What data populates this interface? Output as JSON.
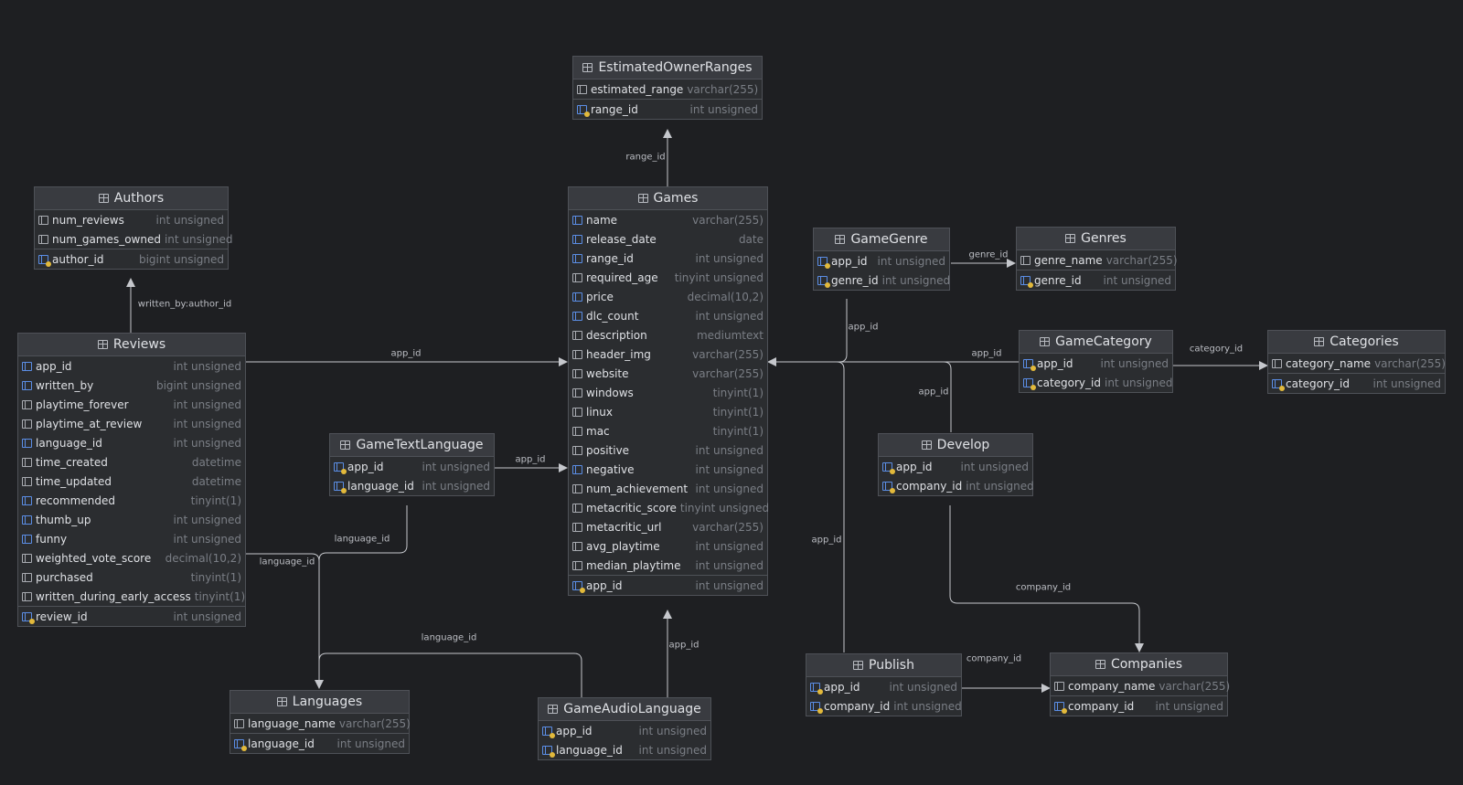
{
  "tables": [
    {
      "id": "EstimatedOwnerRanges",
      "title": "EstimatedOwnerRanges",
      "columns": [
        {
          "name": "estimated_range",
          "type": "varchar(255)",
          "kind": "col"
        },
        {
          "name": "range_id",
          "type": "int unsigned",
          "kind": "pk"
        }
      ]
    },
    {
      "id": "Authors",
      "title": "Authors",
      "columns": [
        {
          "name": "num_reviews",
          "type": "int unsigned",
          "kind": "col"
        },
        {
          "name": "num_games_owned",
          "type": "int unsigned",
          "kind": "col"
        },
        {
          "name": "author_id",
          "type": "bigint unsigned",
          "kind": "pk"
        }
      ]
    },
    {
      "id": "Games",
      "title": "Games",
      "columns": [
        {
          "name": "name",
          "type": "varchar(255)",
          "kind": "fk"
        },
        {
          "name": "release_date",
          "type": "date",
          "kind": "fk"
        },
        {
          "name": "range_id",
          "type": "int unsigned",
          "kind": "fk"
        },
        {
          "name": "required_age",
          "type": "tinyint unsigned",
          "kind": "col"
        },
        {
          "name": "price",
          "type": "decimal(10,2)",
          "kind": "fk"
        },
        {
          "name": "dlc_count",
          "type": "int unsigned",
          "kind": "fk"
        },
        {
          "name": "description",
          "type": "mediumtext",
          "kind": "col"
        },
        {
          "name": "header_img",
          "type": "varchar(255)",
          "kind": "col"
        },
        {
          "name": "website",
          "type": "varchar(255)",
          "kind": "col"
        },
        {
          "name": "windows",
          "type": "tinyint(1)",
          "kind": "col"
        },
        {
          "name": "linux",
          "type": "tinyint(1)",
          "kind": "col"
        },
        {
          "name": "mac",
          "type": "tinyint(1)",
          "kind": "col"
        },
        {
          "name": "positive",
          "type": "int unsigned",
          "kind": "col"
        },
        {
          "name": "negative",
          "type": "int unsigned",
          "kind": "fk"
        },
        {
          "name": "num_achievement",
          "type": "int unsigned",
          "kind": "col"
        },
        {
          "name": "metacritic_score",
          "type": "tinyint unsigned",
          "kind": "col"
        },
        {
          "name": "metacritic_url",
          "type": "varchar(255)",
          "kind": "col"
        },
        {
          "name": "avg_playtime",
          "type": "int unsigned",
          "kind": "col"
        },
        {
          "name": "median_playtime",
          "type": "int unsigned",
          "kind": "col"
        },
        {
          "name": "app_id",
          "type": "int unsigned",
          "kind": "pk"
        }
      ]
    },
    {
      "id": "GameGenre",
      "title": "GameGenre",
      "columns": [
        {
          "name": "app_id",
          "type": "int unsigned",
          "kind": "pk"
        },
        {
          "name": "genre_id",
          "type": "int unsigned",
          "kind": "pk"
        }
      ]
    },
    {
      "id": "Genres",
      "title": "Genres",
      "columns": [
        {
          "name": "genre_name",
          "type": "varchar(255)",
          "kind": "col"
        },
        {
          "name": "genre_id",
          "type": "int unsigned",
          "kind": "pk"
        }
      ]
    },
    {
      "id": "Reviews",
      "title": "Reviews",
      "columns": [
        {
          "name": "app_id",
          "type": "int unsigned",
          "kind": "fk"
        },
        {
          "name": "written_by",
          "type": "bigint unsigned",
          "kind": "fk"
        },
        {
          "name": "playtime_forever",
          "type": "int unsigned",
          "kind": "col"
        },
        {
          "name": "playtime_at_review",
          "type": "int unsigned",
          "kind": "col"
        },
        {
          "name": "language_id",
          "type": "int unsigned",
          "kind": "fk"
        },
        {
          "name": "time_created",
          "type": "datetime",
          "kind": "col"
        },
        {
          "name": "time_updated",
          "type": "datetime",
          "kind": "col"
        },
        {
          "name": "recommended",
          "type": "tinyint(1)",
          "kind": "fk"
        },
        {
          "name": "thumb_up",
          "type": "int unsigned",
          "kind": "fk"
        },
        {
          "name": "funny",
          "type": "int unsigned",
          "kind": "fk"
        },
        {
          "name": "weighted_vote_score",
          "type": "decimal(10,2)",
          "kind": "col"
        },
        {
          "name": "purchased",
          "type": "tinyint(1)",
          "kind": "col"
        },
        {
          "name": "written_during_early_access",
          "type": "tinyint(1)",
          "kind": "col"
        },
        {
          "name": "review_id",
          "type": "int unsigned",
          "kind": "pk"
        }
      ]
    },
    {
      "id": "GameCategory",
      "title": "GameCategory",
      "columns": [
        {
          "name": "app_id",
          "type": "int unsigned",
          "kind": "pk"
        },
        {
          "name": "category_id",
          "type": "int unsigned",
          "kind": "pk"
        }
      ]
    },
    {
      "id": "Categories",
      "title": "Categories",
      "columns": [
        {
          "name": "category_name",
          "type": "varchar(255)",
          "kind": "col"
        },
        {
          "name": "category_id",
          "type": "int unsigned",
          "kind": "pk"
        }
      ]
    },
    {
      "id": "GameTextLanguage",
      "title": "GameTextLanguage",
      "columns": [
        {
          "name": "app_id",
          "type": "int unsigned",
          "kind": "pk"
        },
        {
          "name": "language_id",
          "type": "int unsigned",
          "kind": "pk"
        }
      ]
    },
    {
      "id": "Develop",
      "title": "Develop",
      "columns": [
        {
          "name": "app_id",
          "type": "int unsigned",
          "kind": "pk"
        },
        {
          "name": "company_id",
          "type": "int unsigned",
          "kind": "pk"
        }
      ]
    },
    {
      "id": "Publish",
      "title": "Publish",
      "columns": [
        {
          "name": "app_id",
          "type": "int unsigned",
          "kind": "pk"
        },
        {
          "name": "company_id",
          "type": "int unsigned",
          "kind": "pk"
        }
      ]
    },
    {
      "id": "Companies",
      "title": "Companies",
      "columns": [
        {
          "name": "company_name",
          "type": "varchar(255)",
          "kind": "col"
        },
        {
          "name": "company_id",
          "type": "int unsigned",
          "kind": "pk"
        }
      ]
    },
    {
      "id": "Languages",
      "title": "Languages",
      "columns": [
        {
          "name": "language_name",
          "type": "varchar(255)",
          "kind": "col"
        },
        {
          "name": "language_id",
          "type": "int unsigned",
          "kind": "pk"
        }
      ]
    },
    {
      "id": "GameAudioLanguage",
      "title": "GameAudioLanguage",
      "columns": [
        {
          "name": "app_id",
          "type": "int unsigned",
          "kind": "pk"
        },
        {
          "name": "language_id",
          "type": "int unsigned",
          "kind": "pk"
        }
      ]
    }
  ],
  "relations": [
    {
      "from": "Games",
      "to": "EstimatedOwnerRanges",
      "label": "range_id"
    },
    {
      "from": "Reviews",
      "to": "Authors",
      "label": "written_by:author_id"
    },
    {
      "from": "Reviews",
      "to": "Games",
      "label": "app_id"
    },
    {
      "from": "GameTextLanguage",
      "to": "Games",
      "label": "app_id"
    },
    {
      "from": "GameGenre",
      "to": "Genres",
      "label": "genre_id"
    },
    {
      "from": "GameGenre",
      "to": "Games",
      "label": "app_id"
    },
    {
      "from": "GameCategory",
      "to": "Games",
      "label": "app_id"
    },
    {
      "from": "GameCategory",
      "to": "Categories",
      "label": "category_id"
    },
    {
      "from": "Develop",
      "to": "Games",
      "label": "app_id"
    },
    {
      "from": "Develop",
      "to": "Companies",
      "label": "company_id"
    },
    {
      "from": "Publish",
      "to": "Games",
      "label": "app_id"
    },
    {
      "from": "Publish",
      "to": "Companies",
      "label": "company_id"
    },
    {
      "from": "Reviews",
      "to": "Languages",
      "label": "language_id"
    },
    {
      "from": "GameTextLanguage",
      "to": "Languages",
      "label": "language_id"
    },
    {
      "from": "GameAudioLanguage",
      "to": "Languages",
      "label": "language_id"
    },
    {
      "from": "GameAudioLanguage",
      "to": "Games",
      "label": "app_id"
    }
  ],
  "colors": {
    "background": "#1e1f22",
    "table": "#2b2d30",
    "header": "#393b40",
    "line": "#c5c7cc",
    "fk_icon": "#5b8ee6",
    "pk_key": "#e2b93b"
  }
}
